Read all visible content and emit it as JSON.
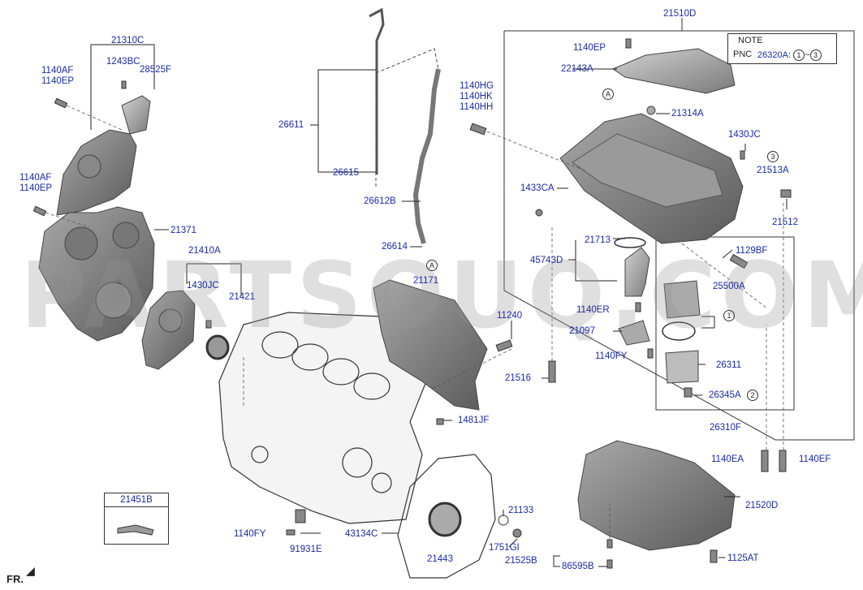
{
  "watermark": "PARTSOUQ.COM",
  "note": {
    "title": "NOTE",
    "pnc_label": "PNC",
    "pnc_code": "26320A",
    "range_sep": ":",
    "range_from": "1",
    "range_tilde": "~",
    "range_to": "3"
  },
  "callouts": {
    "A": "A",
    "one": "1",
    "two": "2",
    "three": "3"
  },
  "direction": "FR.",
  "labels": {
    "l21310C": "21310C",
    "l1243BC": "1243BC",
    "l28525F": "28525F",
    "l1140AF_a": "1140AF",
    "l1140EP_a": "1140EP",
    "l1140AF_b": "1140AF",
    "l1140EP_b": "1140EP",
    "l21371": "21371",
    "l21410A": "21410A",
    "l1430JC_a": "1430JC",
    "l21421": "21421",
    "l26611": "26611",
    "l26615": "26615",
    "l26612B": "26612B",
    "l26614": "26614",
    "l21171": "21171",
    "l11240": "11240",
    "l1481JF": "1481JF",
    "l1140HG": "1140HG",
    "l1140HK": "1140HK",
    "l1140HH": "1140HH",
    "l21510D": "21510D",
    "l1140EP_c": "1140EP",
    "l22143A": "22143A",
    "l21314A": "21314A",
    "l1430JC_b": "1430JC",
    "l21513A": "21513A",
    "l1433CA": "1433CA",
    "l21512": "21512",
    "l21713": "21713",
    "l1129BF": "1129BF",
    "l45743D": "45743D",
    "l25500A": "25500A",
    "l1140ER": "1140ER",
    "l21097": "21097",
    "l1140FY_a": "1140FY",
    "l26311": "26311",
    "l21516": "21516",
    "l26345A": "26345A",
    "l26310F": "26310F",
    "l1140EA": "1140EA",
    "l1140EF": "1140EF",
    "l21520D": "21520D",
    "l21451B": "21451B",
    "l1140FY_b": "1140FY",
    "l91931E": "91931E",
    "l43134C": "43134C",
    "l21443": "21443",
    "l21133": "21133",
    "l1751GI": "1751GI",
    "l21525B": "21525B",
    "l86595B": "86595B",
    "l1125AT": "1125AT"
  }
}
